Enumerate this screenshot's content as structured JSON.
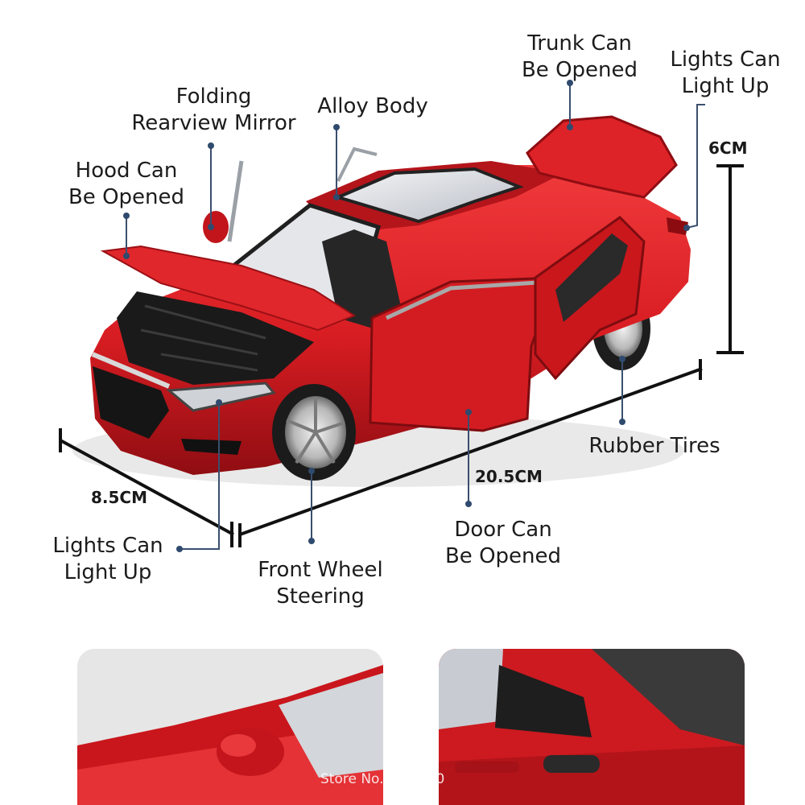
{
  "labels": {
    "trunk": [
      "Trunk Can",
      "Be Opened"
    ],
    "lights_rear": [
      "Lights Can",
      "Light Up"
    ],
    "mirror": [
      "Folding",
      "Rearview Mirror"
    ],
    "alloy": "Alloy Body",
    "hood": [
      "Hood Can",
      "Be Opened"
    ],
    "rubber": "Rubber Tires",
    "lights_front": [
      "Lights Can",
      "Light Up"
    ],
    "wheel": [
      "Front Wheel",
      "Steering"
    ],
    "door": [
      "Door Can",
      "Be Opened"
    ]
  },
  "dimensions": {
    "height": "6CM",
    "length": "20.5CM",
    "width": "8.5CM"
  },
  "watermark": "Store No.3977030",
  "colors": {
    "car_red": "#d81d22",
    "car_dark_red": "#8f0d12",
    "leader_blue": "#2f4a6e"
  }
}
